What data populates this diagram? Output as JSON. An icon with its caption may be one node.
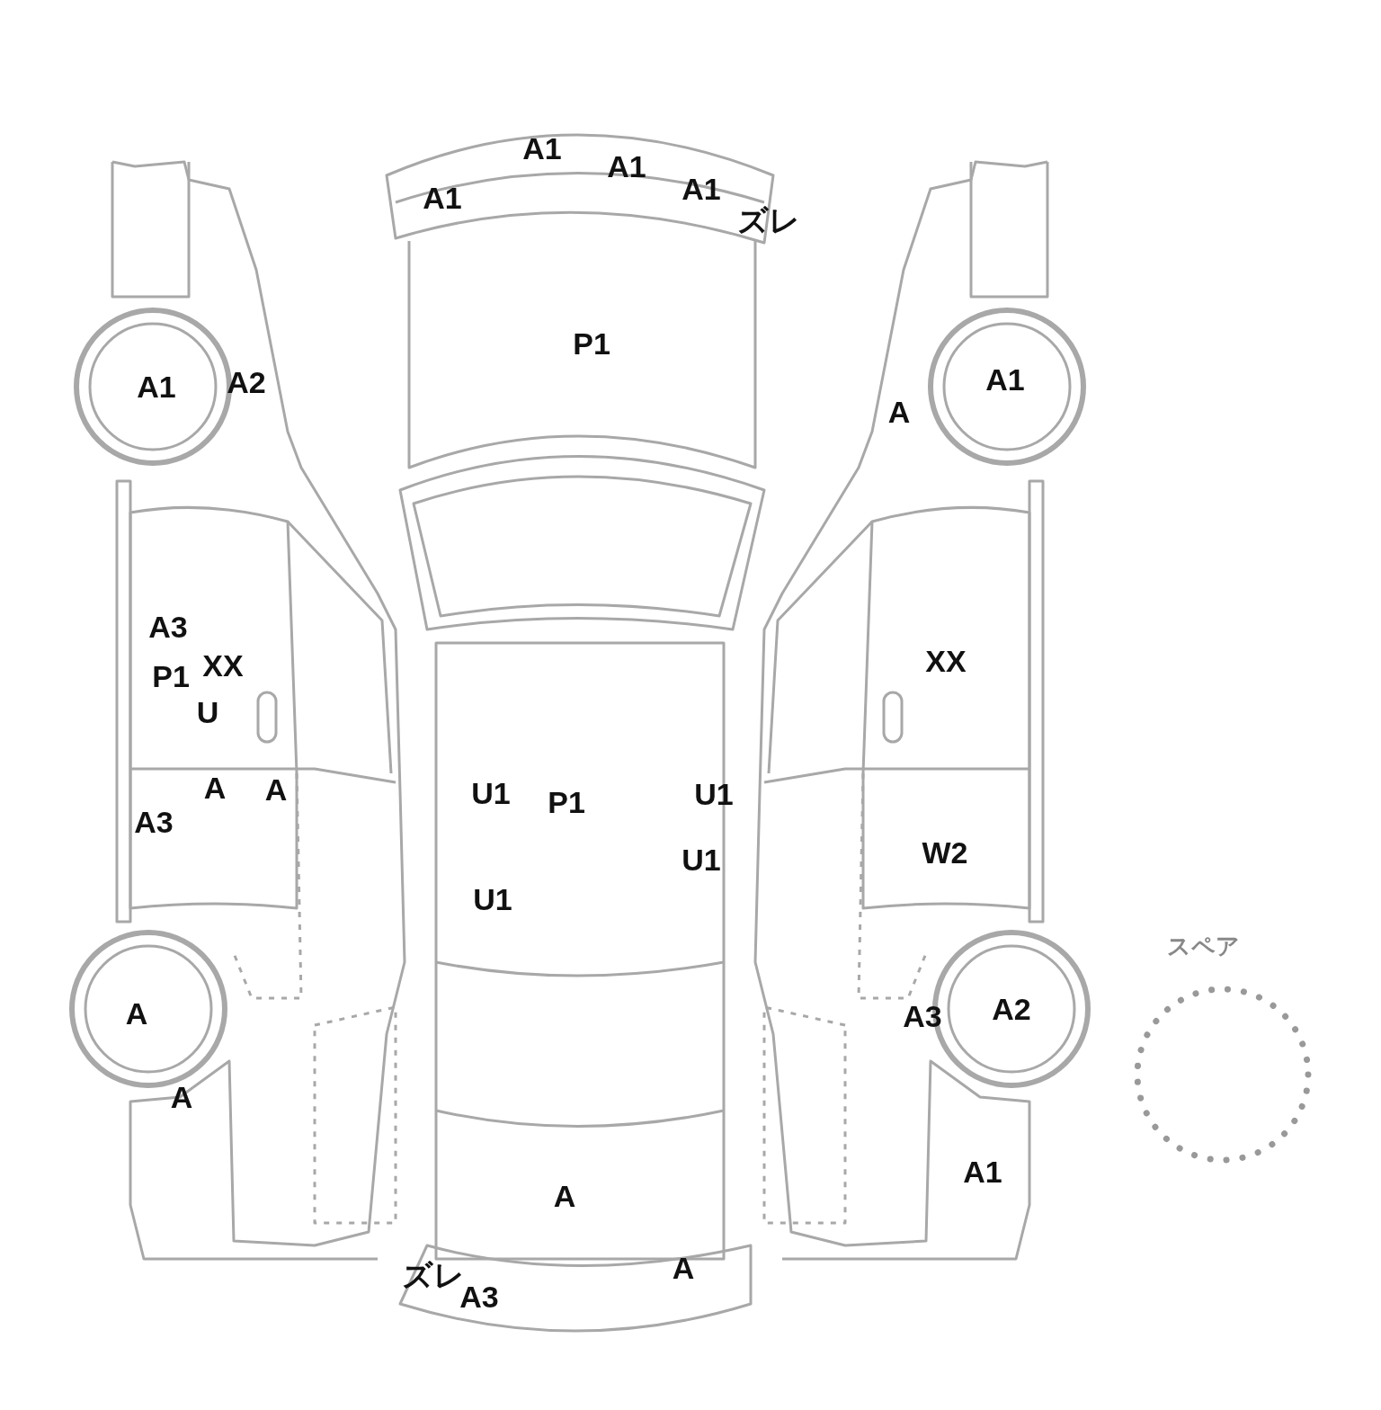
{
  "diagram": {
    "labels": [
      "A1",
      "A1",
      "A1",
      "A1",
      "ズレ",
      "P1",
      "A1",
      "A2",
      "A1",
      "A",
      "A3",
      "XX",
      "XX",
      "P1",
      "U",
      "A",
      "A",
      "U1",
      "U1",
      "P1",
      "A3",
      "W2",
      "U1",
      "U1",
      "スペア",
      "A2",
      "A",
      "A3",
      "A",
      "A1",
      "A",
      "A",
      "ズレ",
      "A3"
    ]
  }
}
